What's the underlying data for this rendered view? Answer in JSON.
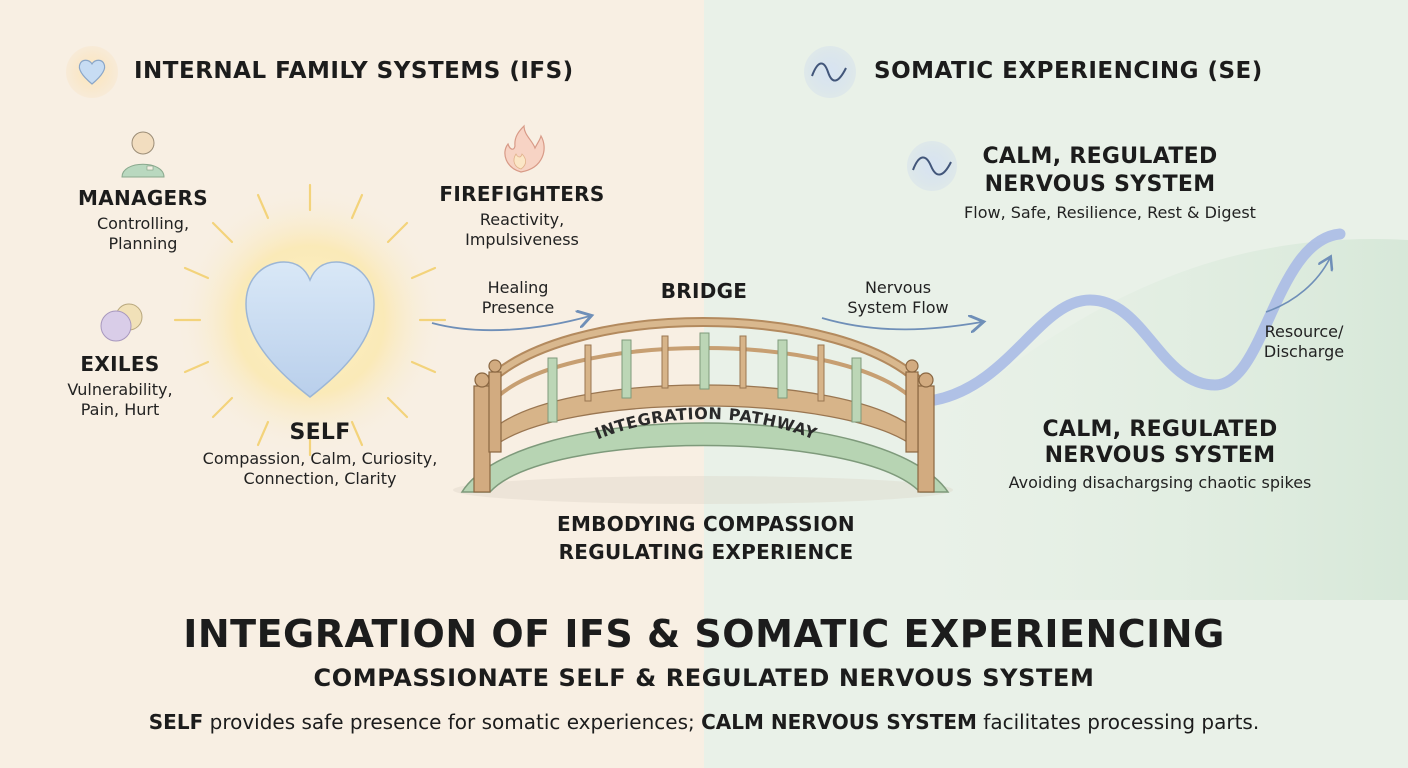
{
  "ifs": {
    "header": "INTERNAL FAMILY SYSTEMS (IFS)",
    "managers": {
      "title": "MANAGERS",
      "line1": "Controlling,",
      "line2": "Planning"
    },
    "exiles": {
      "title": "EXILES",
      "line1": "Vulnerability,",
      "line2": "Pain, Hurt"
    },
    "firefighters": {
      "title": "FIREFIGHTERS",
      "line1": "Reactivity,",
      "line2": "Impulsiveness"
    },
    "self": {
      "title": "SELF",
      "line1": "Compassion, Calm, Curiosity,",
      "line2": "Connection, Clarity"
    }
  },
  "se": {
    "header": "SOMATIC EXPERIENCING (SE)",
    "calm_top": {
      "line1": "CALM, REGULATED",
      "line2": "NERVOUS SYSTEM",
      "desc": "Flow, Safe, Resilience, Rest & Digest"
    },
    "calm_bottom": {
      "line1": "CALM, REGULATED",
      "line2": "NERVOUS SYSTEM",
      "desc": "Avoiding disachargsing chaotic spikes"
    },
    "resource": {
      "line1": "Resource/",
      "line2": "Discharge"
    }
  },
  "bridge": {
    "title": "BRIDGE",
    "pathway": "INTEGRATION PATHWAY",
    "healing": {
      "line1": "Healing",
      "line2": "Presence"
    },
    "flow": {
      "line1": "Nervous",
      "line2": "System Flow"
    },
    "embody1": "EMBODYING COMPASSION",
    "embody2": "REGULATING EXPERIENCE"
  },
  "footer": {
    "title": "INTEGRATION OF IFS & SOMATIC EXPERIENCING",
    "subtitle": "COMPASSIONATE SELF & REGULATED NERVOUS SYSTEM",
    "s1": "SELF",
    "s2": " provides safe presence for somatic experiences; ",
    "s3": "CALM NERVOUS SYSTEM",
    "s4": " facilitates processing parts."
  },
  "colors": {
    "left_bg": "#f8efe3",
    "right_bg": "#e9f1e8",
    "heart": "#c7dcf3",
    "wave": "#aabbe6",
    "bridge_wood": "#d2ab80",
    "bridge_green": "#b7d4b3"
  },
  "icons": [
    "heart-icon",
    "wave-icon",
    "person-icon",
    "circles-icon",
    "flame-icon"
  ]
}
